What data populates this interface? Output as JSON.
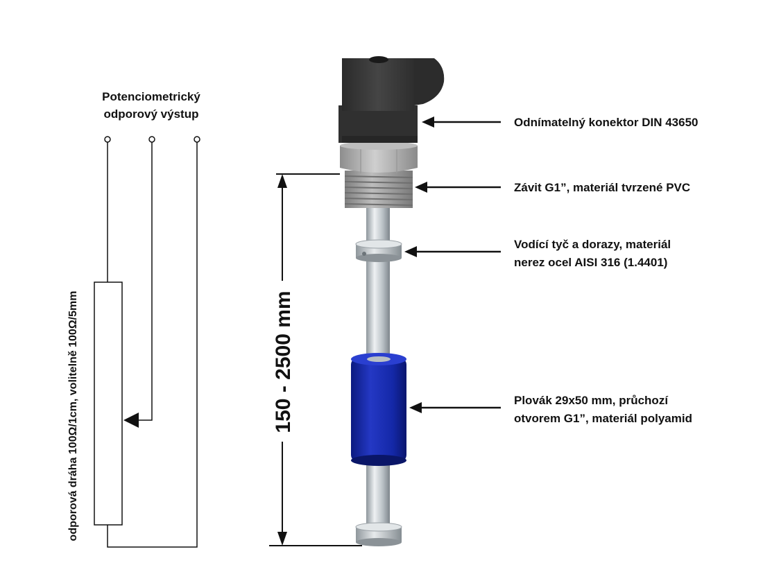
{
  "schematic": {
    "title_line1": "Potenciometrický",
    "title_line2": "odporový výstup",
    "vertical_label": "odporová dráha 100Ω/1cm, volitelně 100Ω/5mm"
  },
  "dimension": {
    "label": "150 - 2500 mm"
  },
  "callouts": {
    "connector": "Odnímatelný konektor DIN 43650",
    "thread": "Závit G1”, materiál tvrzené PVC",
    "rod_line1": "Vodící tyč a dorazy, materiál",
    "rod_line2": "nerez ocel AISI 316 (1.4401)",
    "float_line1": "Plovák 29x50 mm, průchozí",
    "float_line2": "otvorem G1”, materiál polyamid"
  },
  "colors": {
    "float": "#1428a8",
    "connector": "#3a3a3a",
    "thread": "#a0a0a0",
    "rod": "#c7ccd0"
  }
}
